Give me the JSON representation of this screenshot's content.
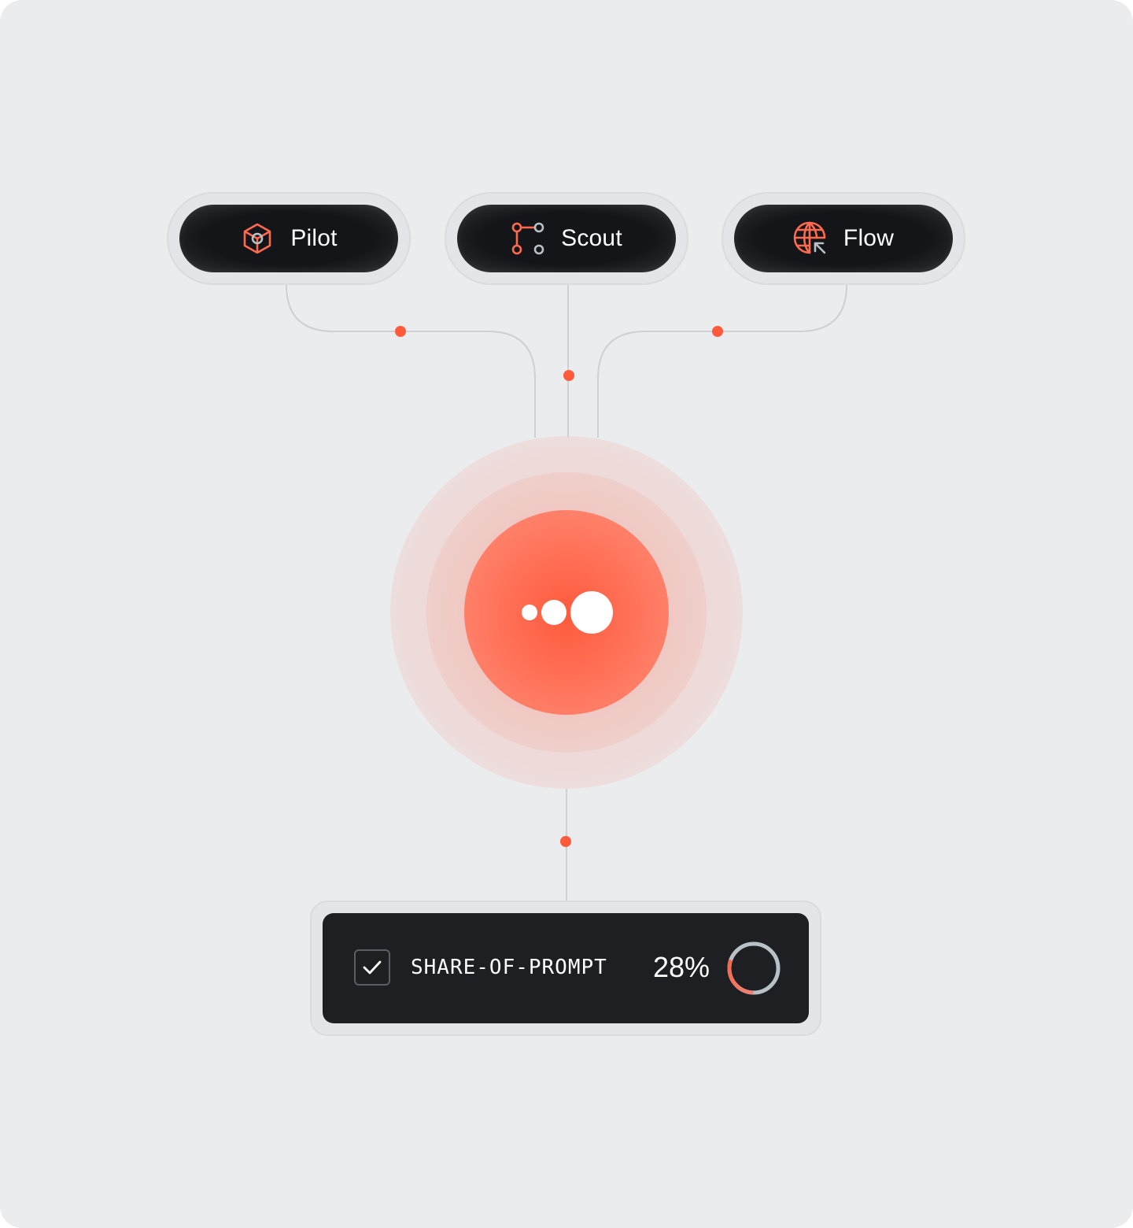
{
  "agents": [
    {
      "label": "Pilot",
      "icon": "cube-icon"
    },
    {
      "label": "Scout",
      "icon": "git-branch-icon"
    },
    {
      "label": "Flow",
      "icon": "globe-cursor-icon"
    }
  ],
  "hub": {
    "icon": "three-dots-logo-icon"
  },
  "metric": {
    "checked": true,
    "label": "SHARE-OF-PROMPT",
    "value": "28%",
    "progress_percent": 28
  },
  "colors": {
    "accent": "#ff5a3c",
    "dark": "#1e1f22",
    "background": "#ebecee",
    "connector": "#cfd0d4",
    "ring_track": "#b9c1c8"
  }
}
